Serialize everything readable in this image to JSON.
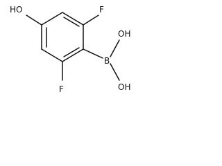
{
  "molecule": {
    "atoms": {
      "ho_top_left": "HO",
      "f_top_right": "F",
      "f_bottom": "F",
      "boron": "B",
      "oh_top": "OH",
      "oh_bottom": "OH"
    }
  }
}
